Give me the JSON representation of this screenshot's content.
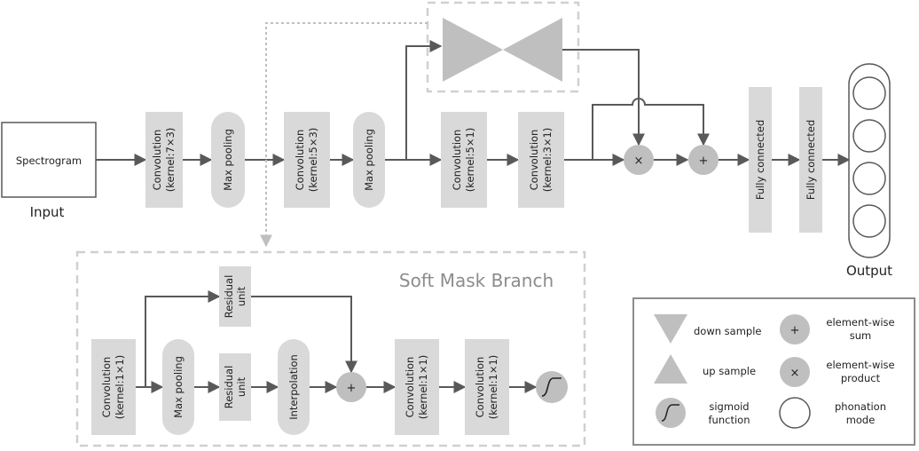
{
  "main": {
    "input_label": "Spectrogram",
    "input_caption": "Input",
    "conv1": [
      "Convolution",
      "(kernel:7×3)"
    ],
    "pool1": "Max pooling",
    "conv2": [
      "Convolution",
      "(kernel:5×3)"
    ],
    "pool2": "Max pooling",
    "conv3": [
      "Convolution",
      "(kernel:5×1)"
    ],
    "conv4": [
      "Convolution",
      "(kernel:3×1)"
    ],
    "product_symbol": "×",
    "sum_symbol": "+",
    "fc1": "Fully connected",
    "fc2": "Fully connected",
    "output_caption": "Output"
  },
  "soft_mask": {
    "title": "Soft Mask Branch",
    "conv_a": [
      "Convolution",
      "(kernel:1×1)"
    ],
    "residual_top": [
      "Residual",
      "unit"
    ],
    "pool": "Max pooling",
    "residual_bottom": [
      "Residual",
      "unit"
    ],
    "interpolation": "Interpolation",
    "sum_symbol": "+",
    "conv_b": [
      "Convolution",
      "(kernel:1×1)"
    ],
    "conv_c": [
      "Convolution",
      "(kernel:1×1)"
    ]
  },
  "legend": {
    "down_sample": "down sample",
    "up_sample": "up sample",
    "sigmoid": [
      "sigmoid",
      "function"
    ],
    "sum_symbol": "+",
    "sum": [
      "element-wise",
      "sum"
    ],
    "product_symbol": "×",
    "product": [
      "element-wise",
      "product"
    ],
    "phonation": [
      "phonation",
      "mode"
    ]
  }
}
